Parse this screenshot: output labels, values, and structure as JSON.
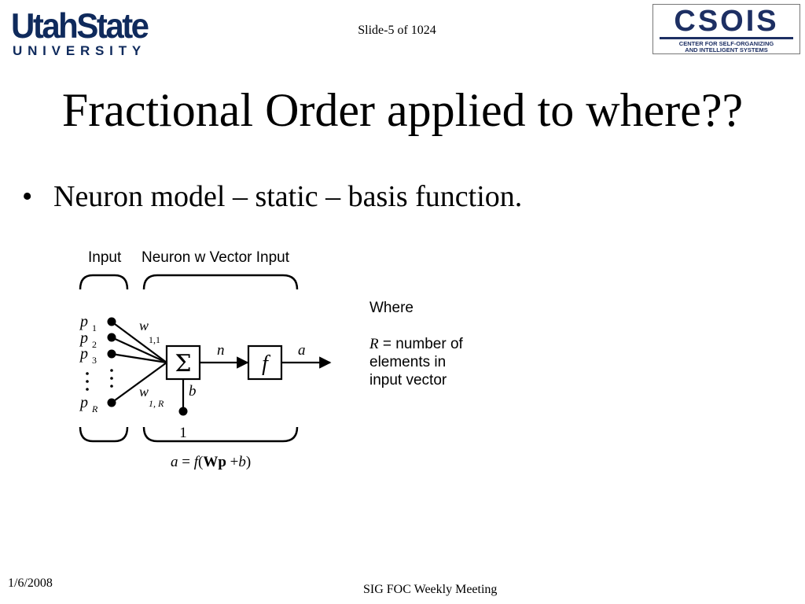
{
  "header": {
    "logo_left_line1": "UtahState",
    "logo_left_line2": "UNIVERSITY",
    "slide_number": "Slide-5 of 1024",
    "logo_right_main": "CSOIS",
    "logo_right_sub1": "CENTER FOR SELF-ORGANIZING",
    "logo_right_sub2": "AND INTELLIGENT SYSTEMS"
  },
  "title": "Fractional Order applied to where??",
  "bullets": [
    {
      "text": "Neuron model – static – basis function."
    }
  ],
  "diagram": {
    "label_input": "Input",
    "label_neuron": "Neuron w Vector Input",
    "inputs": {
      "p": "p",
      "sub_1": "1",
      "sub_2": "2",
      "sub_3": "3",
      "sub_R": "R",
      "dots": "·"
    },
    "weight_first": {
      "w": "w",
      "sub": "1,1"
    },
    "weight_last": {
      "w": "w",
      "sub": "1, R"
    },
    "sum_symbol": "Σ",
    "n_label": "n",
    "f_symbol": "f",
    "a_label": "a",
    "b_label": "b",
    "bias_input": "1",
    "equation": {
      "lhs": "a",
      "eq": " = ",
      "f": "f",
      "open": "(",
      "wp": "Wp",
      "plus": " +",
      "b": "b",
      "close": ")"
    },
    "where_heading": "Where",
    "where_r": "R",
    "where_line1_rest": " = number of",
    "where_line2": "elements in",
    "where_line3": "input vector"
  },
  "footer": {
    "date": "1/6/2008",
    "meeting": "SIG FOC Weekly Meeting"
  }
}
